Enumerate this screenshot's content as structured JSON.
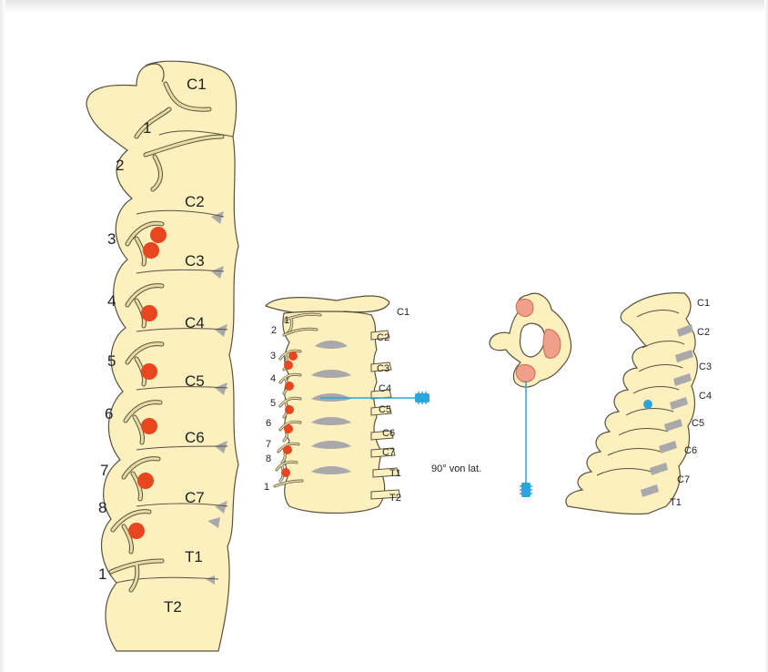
{
  "colors": {
    "bone": "#fbf0be",
    "outline": "#5a5240",
    "disc": "#a9a9ab",
    "injection_point": "#e8461e",
    "needle": "#29a6dd",
    "facet_highlight": "#f0a08a"
  },
  "left_view": {
    "vertebra_labels": [
      "C1",
      "C2",
      "C3",
      "C4",
      "C5",
      "C6",
      "C7",
      "T1",
      "T2"
    ],
    "nerve_numbers": [
      "1",
      "2",
      "3",
      "4",
      "5",
      "6",
      "7",
      "8",
      "1"
    ]
  },
  "middle_view": {
    "vertebra_labels": [
      "C1",
      "C2",
      "C3",
      "C4",
      "C5",
      "C6",
      "C7",
      "T1",
      "T2"
    ],
    "nerve_numbers": [
      "1",
      "2",
      "3",
      "4",
      "5",
      "6",
      "7",
      "8",
      "1"
    ]
  },
  "axial_view": {
    "angle_label": "90° von lat."
  },
  "lateral_view": {
    "vertebra_labels": [
      "C1",
      "C2",
      "C3",
      "C4",
      "C5",
      "C6",
      "C7",
      "T1"
    ]
  }
}
